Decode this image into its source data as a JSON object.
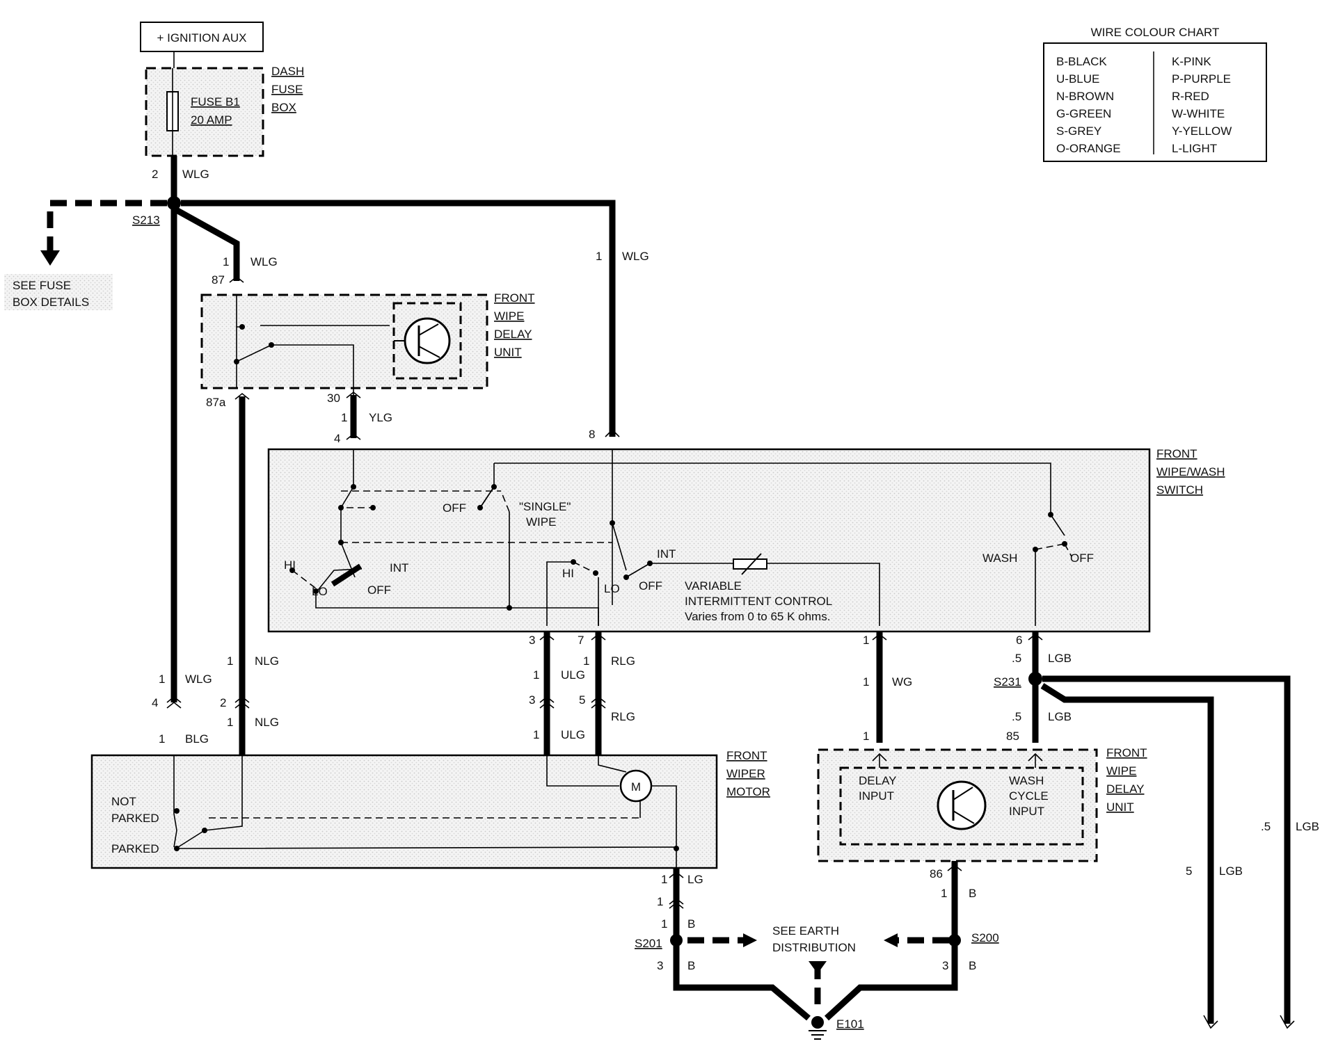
{
  "ignition_label": "+ IGNITION AUX",
  "fuse_box": {
    "line1": "DASH",
    "line2": "FUSE",
    "line3": "BOX",
    "fuse_name": "FUSE B1",
    "fuse_rating": "20 AMP"
  },
  "wire_colour_chart": {
    "title": "WIRE COLOUR CHART",
    "left": [
      "B-BLACK",
      "U-BLUE",
      "N-BROWN",
      "G-GREEN",
      "S-GREY",
      "O-ORANGE"
    ],
    "right": [
      "K-PINK",
      "P-PURPLE",
      "R-RED",
      "W-WHITE",
      "Y-YELLOW",
      "L-LIGHT"
    ]
  },
  "splices": {
    "s213": "S213",
    "s231": "S231",
    "s201": "S201",
    "s200": "S200",
    "e101": "E101"
  },
  "see_fuse_box": {
    "line1": "SEE FUSE",
    "line2": "BOX DETAILS"
  },
  "see_earth": {
    "line1": "SEE EARTH",
    "line2": "DISTRIBUTION"
  },
  "delay_unit_top": {
    "line1": "FRONT",
    "line2": "WIPE",
    "line3": "DELAY",
    "line4": "UNIT",
    "pin87": "87",
    "pin87a": "87a",
    "pin30": "30"
  },
  "wipe_wash_switch": {
    "line1": "FRONT",
    "line2": "WIPE/WASH",
    "line3": "SWITCH",
    "off": "OFF",
    "single1": "\"SINGLE\"",
    "single2": "WIPE",
    "hi": "HI",
    "lo": "LO",
    "int": "INT",
    "off2": "OFF",
    "hi2": "HI",
    "lo2": "LO",
    "off3": "OFF",
    "int2": "INT",
    "var1": "VARIABLE",
    "var2": "INTERMITTENT CONTROL",
    "var3": "Varies from 0 to 65 K ohms.",
    "wash": "WASH",
    "off4": "OFF"
  },
  "wiper_motor": {
    "line1": "FRONT",
    "line2": "WIPER",
    "line3": "MOTOR",
    "not_parked1": "NOT",
    "not_parked2": "PARKED",
    "parked": "PARKED",
    "motor": "M"
  },
  "delay_unit_bottom": {
    "line1": "FRONT",
    "line2": "WIPE",
    "line3": "DELAY",
    "line4": "UNIT",
    "delay1": "DELAY",
    "delay2": "INPUT",
    "wash1": "WASH",
    "wash2": "CYCLE",
    "wash3": "INPUT",
    "pin86": "86",
    "pin85": "85"
  },
  "wire_labels": {
    "w_2": "2",
    "w_wlg_a": "WLG",
    "w_1a": "1",
    "w_wlg_b": "WLG",
    "w_1b": "1",
    "w_wlg_c": "WLG",
    "w_1c": "1",
    "w_ylg": "YLG",
    "w_4top": "4",
    "w_8top": "8",
    "w_1d": "1",
    "w_nlg_a": "NLG",
    "w_1e": "1",
    "w_wlg_d": "WLG",
    "w_4": "4",
    "w_2b": "2",
    "w_1f": "1",
    "w_nlg_b": "NLG",
    "w_1g": "1",
    "w_blg": "BLG",
    "w_3a": "3",
    "w_7": "7",
    "w_1h": "1",
    "w_rlg_a": "RLG",
    "w_1i": "1",
    "w_ulg_a": "ULG",
    "w_3b": "3",
    "w_5": "5",
    "w_rlg_b": "RLG",
    "w_1j": "1",
    "w_ulg_b": "ULG",
    "w_1k": "1",
    "w_1l": "1",
    "w_wg": "WG",
    "w_1m": "1",
    "w_6": "6",
    "w_05a": ".5",
    "w_lgb_a": "LGB",
    "w_05b": ".5",
    "w_lgb_b": "LGB",
    "w_05c": ".5",
    "w_lgb_c": "LGB",
    "w_5b": "5",
    "w_lgb_d": "LGB",
    "w_1n": "1",
    "w_lg": "LG",
    "w_1o": "1",
    "w_1p": "1",
    "w_b_a": "B",
    "w_3c": "3",
    "w_b_b": "B",
    "w_1q": "1",
    "w_b_c": "B",
    "w_3d": "3",
    "w_b_d": "B",
    "w_86": "86"
  }
}
